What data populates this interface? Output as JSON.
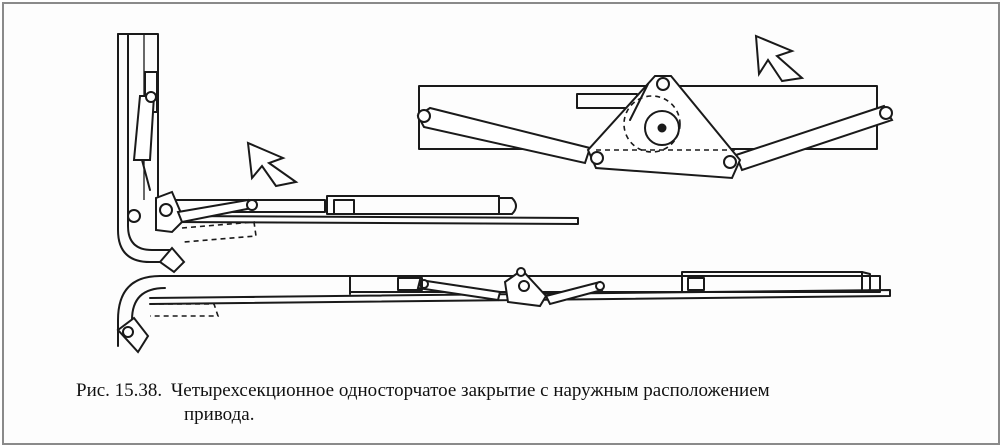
{
  "caption": {
    "number": "Рис. 15.38.",
    "text_line1": "Четырехсекционное односторчатое закрытие с наружным расположением",
    "text_line2": "привода."
  },
  "colors": {
    "ink": "#1a1a1a",
    "paper": "#ffffff",
    "border": "#8a8a8a"
  },
  "icons": [
    "curved-arrow-icon"
  ]
}
